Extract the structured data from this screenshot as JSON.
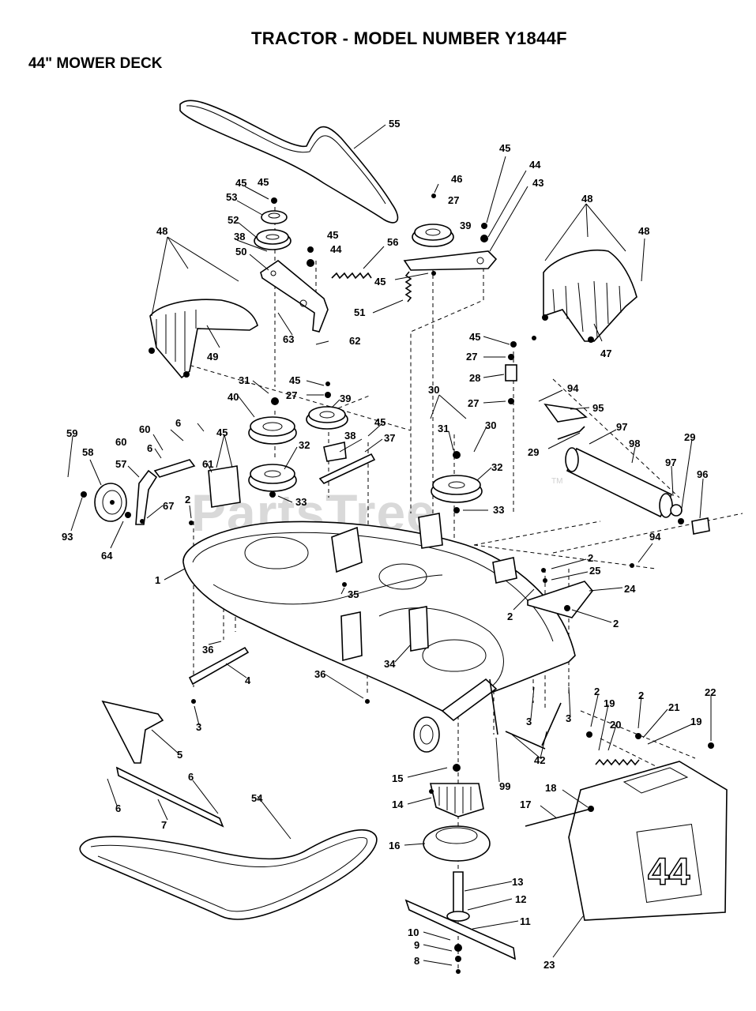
{
  "title": "TRACTOR - MODEL NUMBER Y1844F",
  "subtitle": "44\" MOWER DECK",
  "watermark": "PartsTree",
  "watermark_tm": "TM",
  "deck_badge": "44",
  "labels": [
    "55",
    "45",
    "46",
    "27",
    "45",
    "44",
    "43",
    "45",
    "53",
    "39",
    "52",
    "45",
    "44",
    "38",
    "56",
    "48",
    "50",
    "48",
    "48",
    "45",
    "51",
    "63",
    "62",
    "49",
    "47",
    "45",
    "27",
    "28",
    "31",
    "45",
    "27",
    "39",
    "40",
    "30",
    "27",
    "94",
    "95",
    "45",
    "6",
    "60",
    "38",
    "37",
    "31",
    "30",
    "97",
    "29",
    "59",
    "60",
    "6",
    "45",
    "32",
    "32",
    "98",
    "29",
    "58",
    "61",
    "97",
    "96",
    "57",
    "2",
    "33",
    "33",
    "93",
    "67",
    "64",
    "94",
    "2",
    "25",
    "1",
    "35",
    "24",
    "2",
    "2",
    "36",
    "4",
    "34",
    "36",
    "2",
    "19",
    "2",
    "21",
    "22",
    "3",
    "3",
    "42",
    "3",
    "20",
    "19",
    "5",
    "15",
    "99",
    "6",
    "18",
    "17",
    "14",
    "6",
    "7",
    "54",
    "16",
    "13",
    "12",
    "11",
    "10",
    "9",
    "8",
    "23"
  ]
}
